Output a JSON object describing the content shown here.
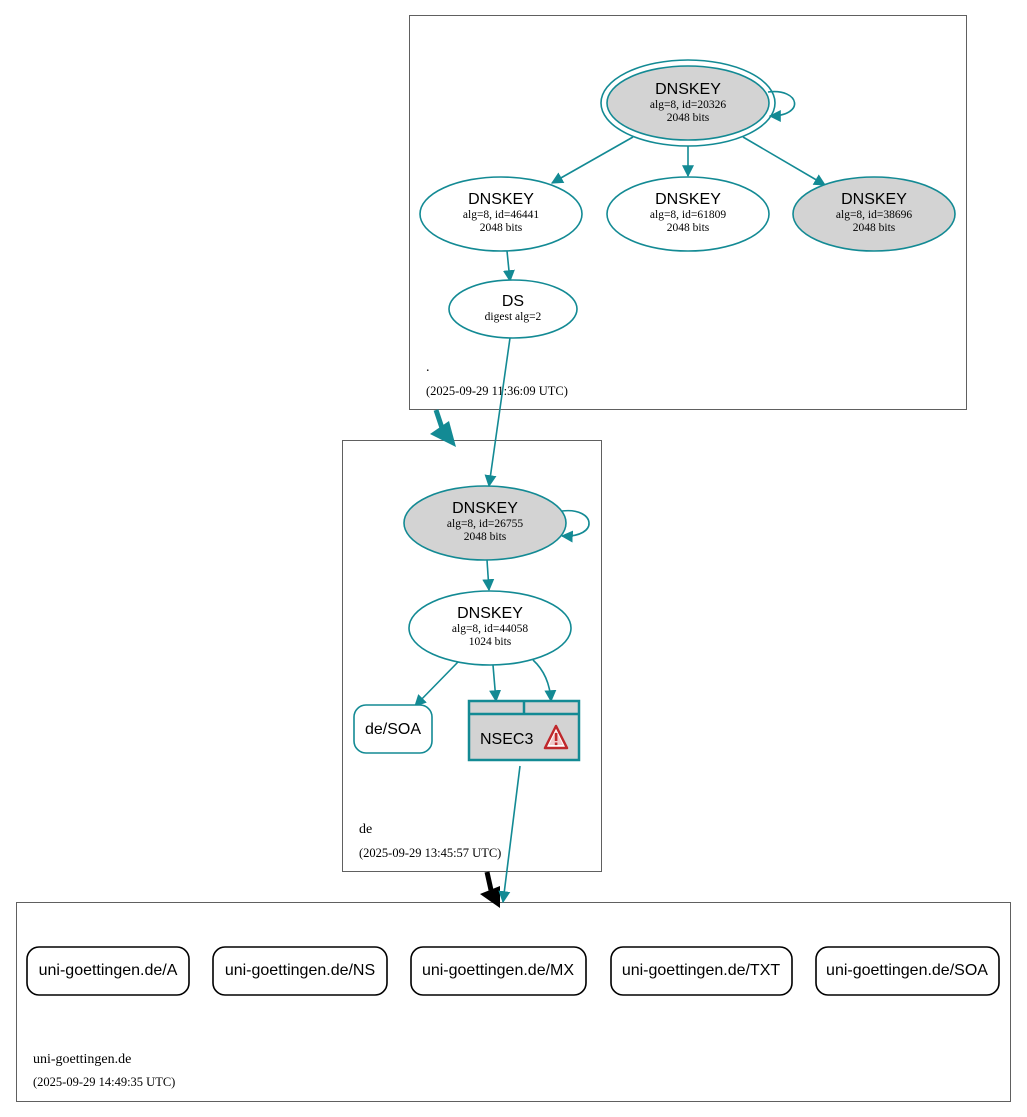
{
  "colors": {
    "edge": "#138a94",
    "node_fill_gray": "#d3d3d3",
    "zone_border": "#606060",
    "warning_red": "#c0282c"
  },
  "zones": {
    "root": {
      "label": ".",
      "time": "(2025-09-29 11:36:09 UTC)"
    },
    "de": {
      "label": "de",
      "time": "(2025-09-29 13:45:57 UTC)"
    },
    "uni": {
      "label": "uni-goettingen.de",
      "time": "(2025-09-29 14:49:35 UTC)"
    }
  },
  "root_nodes": {
    "ksk": {
      "title": "DNSKEY",
      "line1": "alg=8, id=20326",
      "line2": "2048 bits"
    },
    "zsk1": {
      "title": "DNSKEY",
      "line1": "alg=8, id=46441",
      "line2": "2048 bits"
    },
    "zsk2": {
      "title": "DNSKEY",
      "line1": "alg=8, id=61809",
      "line2": "2048 bits"
    },
    "ksk2": {
      "title": "DNSKEY",
      "line1": "alg=8, id=38696",
      "line2": "2048 bits"
    },
    "ds": {
      "title": "DS",
      "line1": "digest alg=2"
    }
  },
  "de_nodes": {
    "ksk": {
      "title": "DNSKEY",
      "line1": "alg=8, id=26755",
      "line2": "2048 bits"
    },
    "zsk": {
      "title": "DNSKEY",
      "line1": "alg=8, id=44058",
      "line2": "1024 bits"
    },
    "soa": {
      "label": "de/SOA"
    },
    "nsec3": {
      "label": "NSEC3",
      "icon": "warning-icon"
    }
  },
  "uni_records": [
    {
      "label": "uni-goettingen.de/A"
    },
    {
      "label": "uni-goettingen.de/NS"
    },
    {
      "label": "uni-goettingen.de/MX"
    },
    {
      "label": "uni-goettingen.de/TXT"
    },
    {
      "label": "uni-goettingen.de/SOA"
    }
  ]
}
